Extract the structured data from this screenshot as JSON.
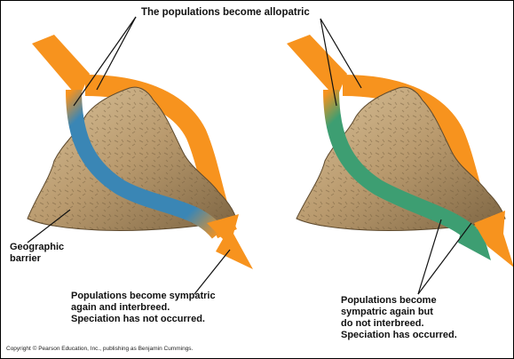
{
  "labels": {
    "title": "The populations become allopatric",
    "geographic_barrier": [
      "Geographic",
      "barrier"
    ],
    "left_caption": [
      "Populations become sympatric",
      "again and interbreed.",
      "Speciation has not occurred."
    ],
    "right_caption": [
      "Populations become",
      "sympatric again but",
      "do not interbreed.",
      "Speciation has occurred."
    ],
    "copyright": "Copyright © Pearson Education, Inc., publishing as Benjamin Cummings."
  },
  "colors": {
    "population_orange": "#f7931e",
    "population_blue": "#3a86b5",
    "population_green": "#3d9e72",
    "mountain": "#b99a6e",
    "mountain_shadow": "#6e5838"
  }
}
